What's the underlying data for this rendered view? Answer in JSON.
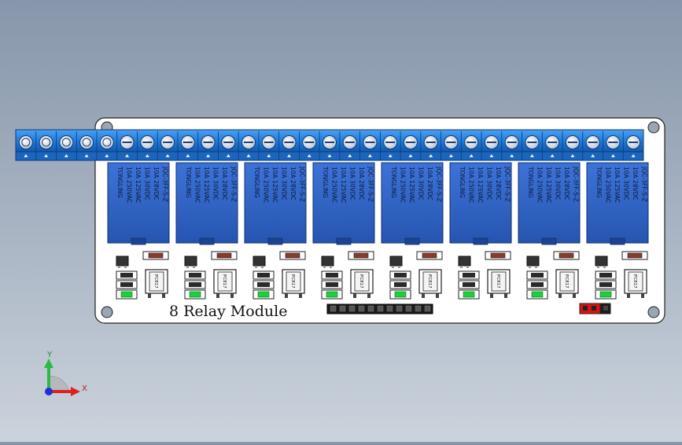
{
  "board": {
    "title": "8 Relay Module",
    "relay_count": 8,
    "relay_label_lines": [
      "TONGLING",
      "10A 250VAC",
      "10A 125VAC",
      "10A 30VDC",
      "10A 28VDC",
      "JQC-3FF-S-Z"
    ],
    "optocoupler_label": "PC817"
  },
  "colors": {
    "pcb": "#ffffff",
    "terminal": "#1f77d6",
    "relay": "#2f63c9",
    "led_green": "#19d33a",
    "jumper": "#e01010",
    "background_top": "#8796ab",
    "background_bottom": "#cbd3dc"
  },
  "triad": {
    "x_label": "X",
    "y_label": "Y"
  }
}
